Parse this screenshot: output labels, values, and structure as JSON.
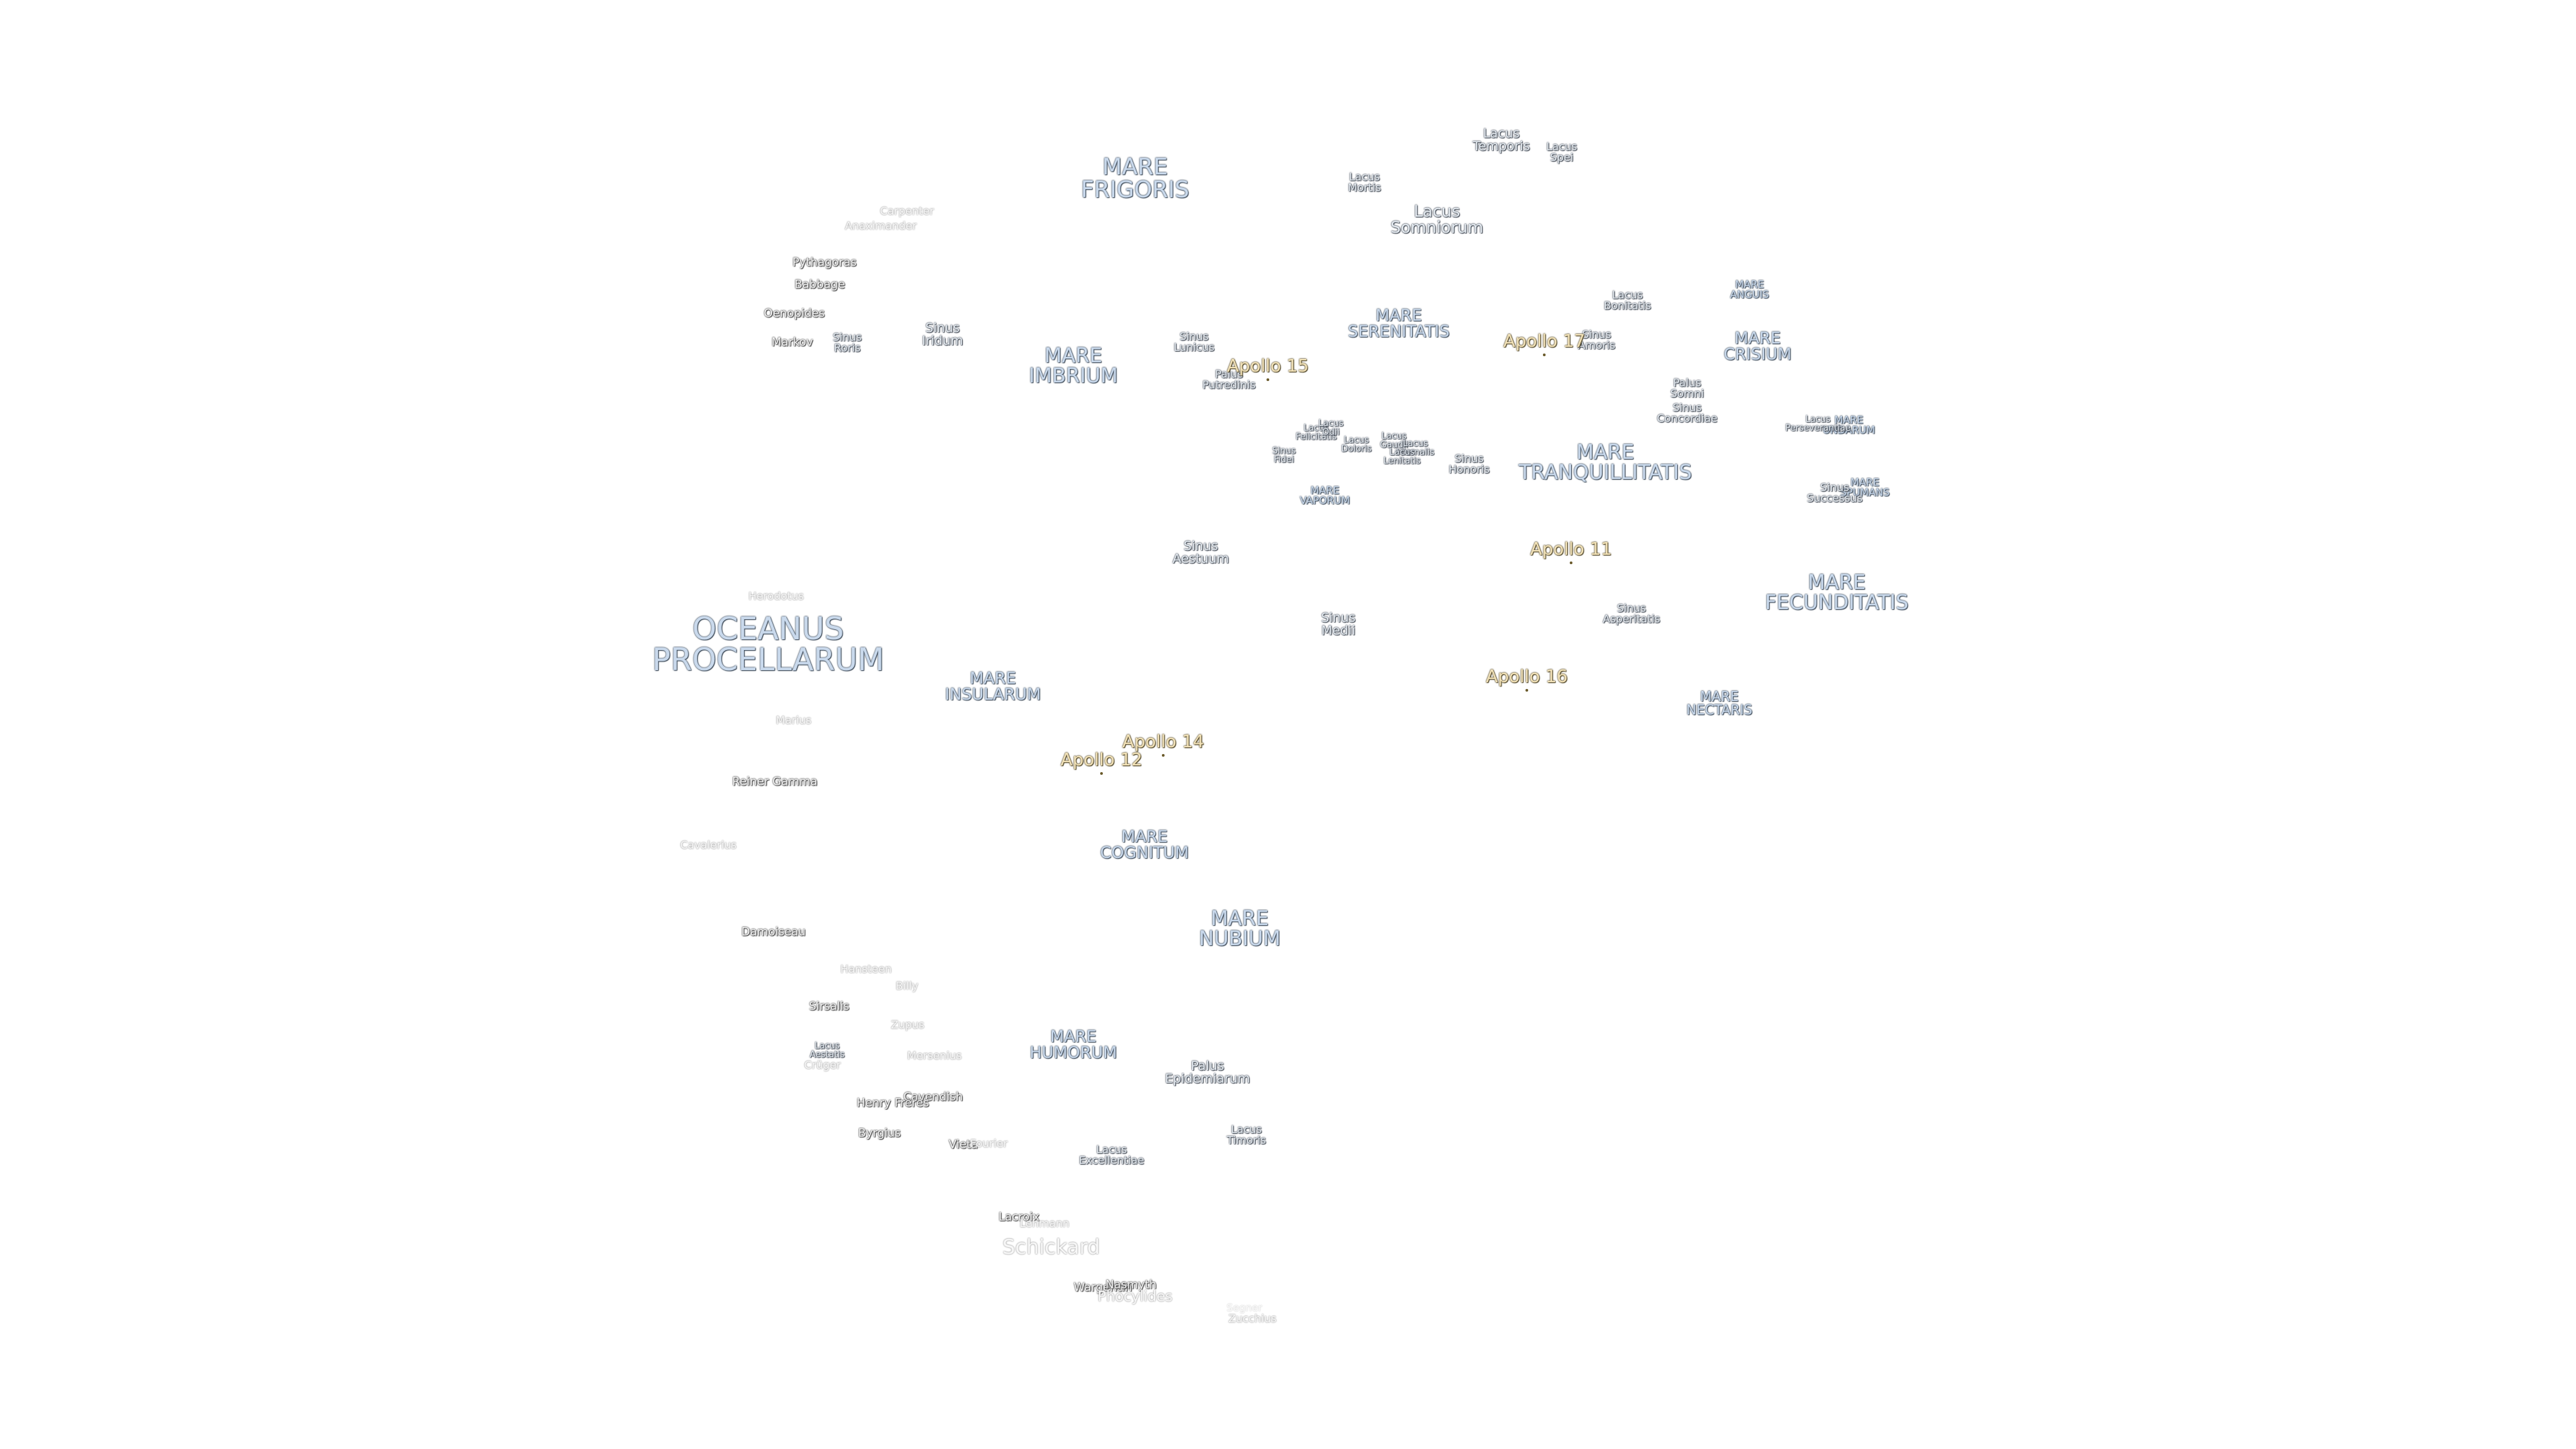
{
  "map": {
    "maria": [
      {
        "id": "mare-frigoris",
        "text": "MARE\nFRIGORIS",
        "size": "xl"
      },
      {
        "id": "mare-imbrium",
        "text": "MARE\nIMBRIUM",
        "size": "l"
      },
      {
        "id": "mare-serenitatis",
        "text": "MARE\nSERENITATIS",
        "size": "m"
      },
      {
        "id": "mare-tranquillitatis",
        "text": "MARE\nTRANQUILLITATIS",
        "size": "l"
      },
      {
        "id": "mare-crisium",
        "text": "MARE\nCRISIUM",
        "size": "m"
      },
      {
        "id": "mare-anguis",
        "text": "MARE\nANGUIS",
        "size": "xs"
      },
      {
        "id": "mare-undarum",
        "text": "MARE\nUNDARUM",
        "size": "xs"
      },
      {
        "id": "mare-spumans",
        "text": "MARE\nSPUMANS",
        "size": "xs"
      },
      {
        "id": "mare-fecunditatis",
        "text": "MARE\nFECUNDITATIS",
        "size": "l"
      },
      {
        "id": "mare-nectaris",
        "text": "MARE\nNECTARIS",
        "size": "s"
      },
      {
        "id": "mare-vaporum",
        "text": "MARE\nVAPORUM",
        "size": "xs"
      },
      {
        "id": "mare-insularum",
        "text": "MARE\nINSULARUM",
        "size": "m"
      },
      {
        "id": "mare-cognitum",
        "text": "MARE\nCOGNITUM",
        "size": "m"
      },
      {
        "id": "mare-nubium",
        "text": "MARE\nNUBIUM",
        "size": "l"
      },
      {
        "id": "mare-humorum",
        "text": "MARE\nHUMORUM",
        "size": "m"
      },
      {
        "id": "oceanus-procellarum",
        "text": "OCEANUS\nPROCELLARUM",
        "size": "xxl"
      }
    ],
    "features": [
      {
        "id": "lacus-temporis",
        "text": "Lacus\nTemporis",
        "size": "s"
      },
      {
        "id": "lacus-spei",
        "text": "Lacus\nSpei",
        "size": "xs"
      },
      {
        "id": "lacus-mortis",
        "text": "Lacus\nMortis",
        "size": "xs"
      },
      {
        "id": "lacus-somniorum",
        "text": "Lacus\nSomniorum",
        "size": "m"
      },
      {
        "id": "lacus-bonitatis",
        "text": "Lacus\nBonitatis",
        "size": "xs"
      },
      {
        "id": "sinus-amoris",
        "text": "Sinus\nAmoris",
        "size": "xs"
      },
      {
        "id": "sinus-iridum",
        "text": "Sinus\nIridum",
        "size": "s"
      },
      {
        "id": "sinus-roris",
        "text": "Sinus\nRoris",
        "size": "xs"
      },
      {
        "id": "sinus-lunicus",
        "text": "Sinus\nLunicus",
        "size": "xs"
      },
      {
        "id": "palus-putredinis",
        "text": "Palus\nPutredinis",
        "size": "xs"
      },
      {
        "id": "palus-somni",
        "text": "Palus\nSomni",
        "size": "xs"
      },
      {
        "id": "sinus-concordiae",
        "text": "Sinus\nConcordiae",
        "size": "xs"
      },
      {
        "id": "lacus-perseverantiae",
        "text": "Lacus\nPerseverantiae",
        "size": "xxs"
      },
      {
        "id": "sinus-successus",
        "text": "Sinus\nSuccessus",
        "size": "xs"
      },
      {
        "id": "lacus-felicitatis",
        "text": "Lacus\nFelicitatis",
        "size": "xxs"
      },
      {
        "id": "lacus-odii",
        "text": "Lacus\nOdii",
        "size": "xxs"
      },
      {
        "id": "lacus-doloris",
        "text": "Lacus\nDoloris",
        "size": "xxs"
      },
      {
        "id": "lacus-gaudii",
        "text": "Lacus\nGaudii",
        "size": "xxs"
      },
      {
        "id": "lacus-hiemalis",
        "text": "Lacus\nHiemalis",
        "size": "xxs"
      },
      {
        "id": "lacus-lenitatis",
        "text": "Lacus\nLenitatis",
        "size": "xxs"
      },
      {
        "id": "sinus-fidei",
        "text": "Sinus\nFidei",
        "size": "xxs"
      },
      {
        "id": "sinus-honoris",
        "text": "Sinus\nHonoris",
        "size": "xs"
      },
      {
        "id": "sinus-aestuum",
        "text": "Sinus\nAestuum",
        "size": "s"
      },
      {
        "id": "sinus-medii",
        "text": "Sinus\nMedii",
        "size": "s"
      },
      {
        "id": "sinus-asperitatis",
        "text": "Sinus\nAsperitatis",
        "size": "xs"
      },
      {
        "id": "palus-epidemiarum",
        "text": "Palus\nEpidemiarum",
        "size": "s"
      },
      {
        "id": "lacus-timoris",
        "text": "Lacus\nTimoris",
        "size": "xs"
      },
      {
        "id": "lacus-excellentiae",
        "text": "Lacus\nExcellentiae",
        "size": "xs"
      },
      {
        "id": "lacus-aestatis",
        "text": "Lacus\nAestatis",
        "size": "xxs"
      }
    ],
    "apollo_sites": [
      {
        "id": "apollo-15",
        "text": "Apollo 15"
      },
      {
        "id": "apollo-17",
        "text": "Apollo 17"
      },
      {
        "id": "apollo-11",
        "text": "Apollo 11"
      },
      {
        "id": "apollo-16",
        "text": "Apollo 16"
      },
      {
        "id": "apollo-14",
        "text": "Apollo 14"
      },
      {
        "id": "apollo-12",
        "text": "Apollo 12"
      }
    ],
    "craters": [
      {
        "id": "carpenter",
        "text": "Carpenter",
        "tone": "faint"
      },
      {
        "id": "anaximander",
        "text": "Anaximander",
        "tone": "faint"
      },
      {
        "id": "pythagoras",
        "text": "Pythagoras",
        "tone": "normal"
      },
      {
        "id": "babbage",
        "text": "Babbage",
        "tone": "normal"
      },
      {
        "id": "oenopides",
        "text": "Oenopides",
        "tone": "normal"
      },
      {
        "id": "markov",
        "text": "Markov",
        "tone": "normal"
      },
      {
        "id": "herodotus",
        "text": "Herodotus",
        "tone": "faint"
      },
      {
        "id": "marius",
        "text": "Marius",
        "tone": "faint"
      },
      {
        "id": "reiner-gamma",
        "text": "Reiner Gamma",
        "tone": "normal"
      },
      {
        "id": "cavalerius",
        "text": "Cavalerius",
        "tone": "faint"
      },
      {
        "id": "damoiseau",
        "text": "Damoiseau",
        "tone": "normal"
      },
      {
        "id": "hansteen",
        "text": "Hansteen",
        "tone": "faint"
      },
      {
        "id": "billy",
        "text": "Billy",
        "tone": "faint"
      },
      {
        "id": "sirsalis",
        "text": "Sirsalis",
        "tone": "normal"
      },
      {
        "id": "zupus",
        "text": "Zupus",
        "tone": "faint"
      },
      {
        "id": "mersenius",
        "text": "Mersenius",
        "tone": "faint"
      },
      {
        "id": "crüger",
        "text": "Crüger",
        "tone": "faint"
      },
      {
        "id": "cavendish",
        "text": "Cavendish",
        "tone": "normal"
      },
      {
        "id": "henry-frères",
        "text": "Henry Frères",
        "tone": "normal"
      },
      {
        "id": "byrgius",
        "text": "Byrgius",
        "tone": "normal"
      },
      {
        "id": "vieta",
        "text": "Vieta",
        "tone": "normal"
      },
      {
        "id": "fourier",
        "text": "Fourier",
        "tone": "faint"
      },
      {
        "id": "lacroix",
        "text": "Lacroix",
        "tone": "normal"
      },
      {
        "id": "lehmann",
        "text": "Lehmann",
        "tone": "faint"
      },
      {
        "id": "schickard",
        "text": "Schickard",
        "tone": "big-faint"
      },
      {
        "id": "wargentin",
        "text": "Wargentin",
        "tone": "normal"
      },
      {
        "id": "nasmyth",
        "text": "Nasmyth",
        "tone": "normal"
      },
      {
        "id": "phocylides",
        "text": "Phocylides",
        "tone": "faint-m"
      },
      {
        "id": "segner",
        "text": "Segner",
        "tone": "veryfaint"
      },
      {
        "id": "zucchius",
        "text": "Zucchius",
        "tone": "faint"
      }
    ]
  }
}
